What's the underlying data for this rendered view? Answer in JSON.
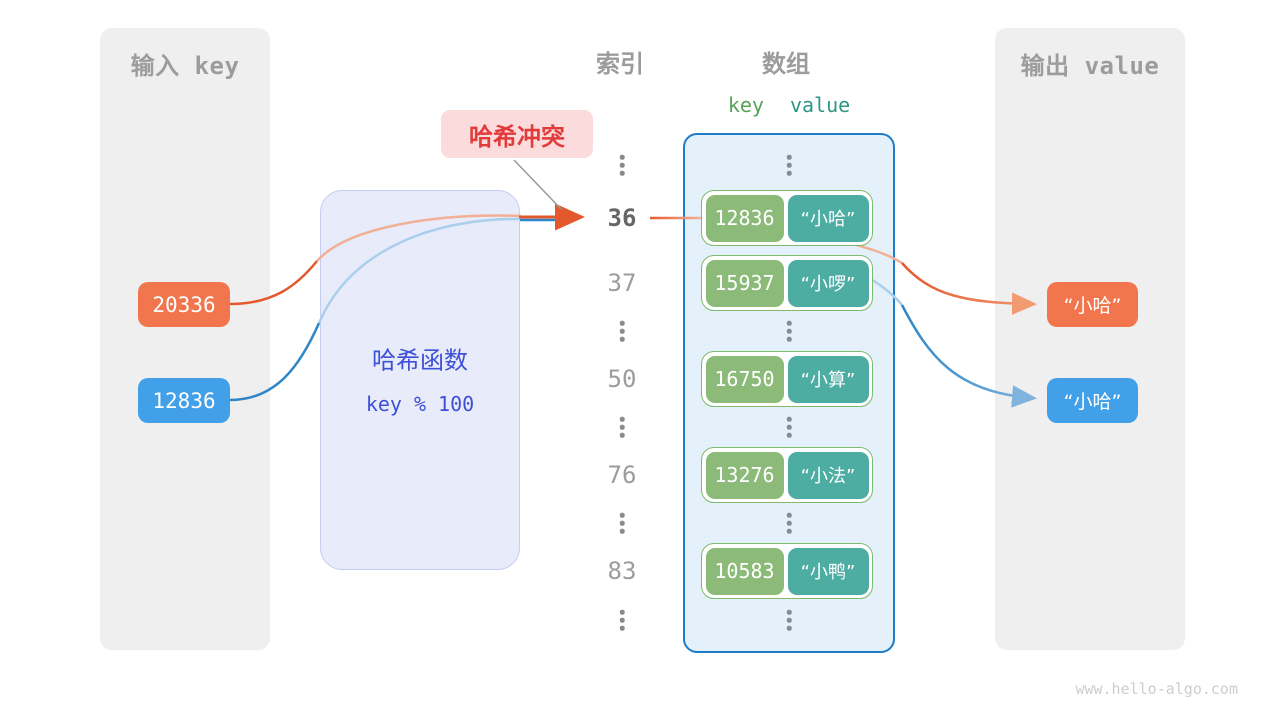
{
  "input_panel": {
    "title": "输入 key",
    "keys": [
      "20336",
      "12836"
    ]
  },
  "hash_function": {
    "name": "哈希函数",
    "formula": "key % 100"
  },
  "collision_badge": {
    "label": "哈希冲突"
  },
  "index_column": {
    "title": "索引",
    "values": [
      "36",
      "37",
      "50",
      "76",
      "83"
    ],
    "highlighted_value": "36"
  },
  "array_panel": {
    "title": "数组",
    "key_header": "key",
    "value_header": "value",
    "rows": [
      {
        "key": "12836",
        "value": "“小哈”"
      },
      {
        "key": "15937",
        "value": "“小啰”"
      },
      {
        "key": "16750",
        "value": "“小算”"
      },
      {
        "key": "13276",
        "value": "“小法”"
      },
      {
        "key": "10583",
        "value": "“小鸭”"
      }
    ]
  },
  "output_panel": {
    "title": "输出 value",
    "values": [
      "“小哈”",
      "“小哈”"
    ]
  },
  "watermark": "www.hello-algo.com",
  "icons": {
    "ellipsis": "vertical-ellipsis",
    "arrow": "right-arrow"
  },
  "colors": {
    "orange": "#F1764E",
    "blue": "#41A0E8",
    "key_pill_green": "#8CBA79",
    "value_pill_teal": "#4EADA3",
    "row_border_green": "#7FB96B",
    "array_border_blue": "#1E7CC9",
    "array_fill": "#E4F1FB",
    "hash_box_fill": "#E8EBFA",
    "hash_text_indigo": "#3D50D6",
    "collision_red": "#E23B3B",
    "collision_bg": "#FBDBDB",
    "panel_gray": "#EFEFEF",
    "title_gray": "#9C9C9C",
    "arrow_orange": "#E4582E",
    "arrow_blue": "#2E86C8"
  }
}
